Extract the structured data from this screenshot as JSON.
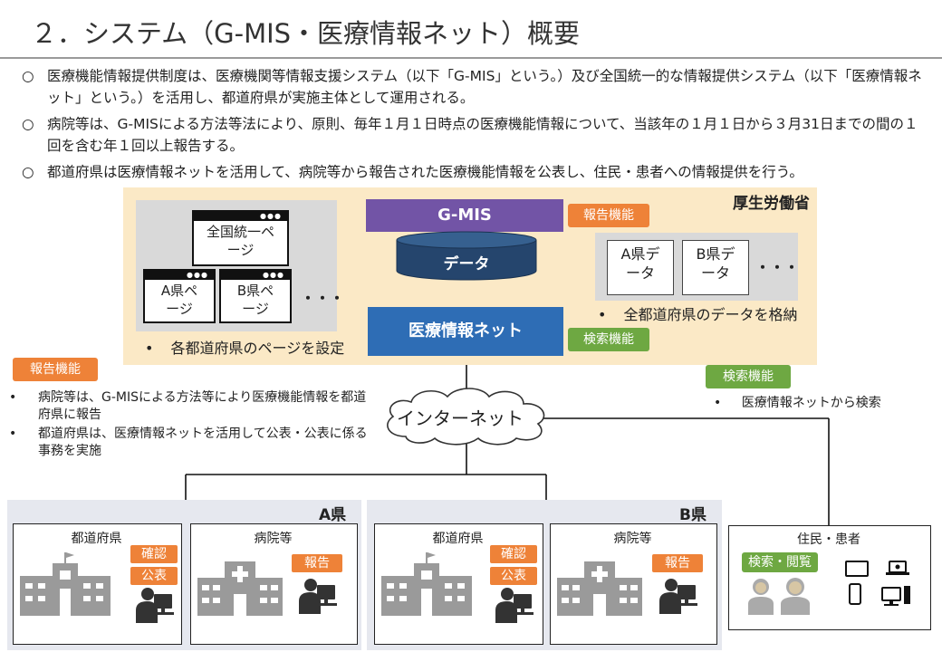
{
  "title": "２．システム（G-MIS・医療情報ネット）概要",
  "bullets": [
    {
      "marker": "○",
      "text": "医療機能情報提供制度は、医療機関等情報支援システム（以下「G-MIS」という。）及び全国統一的な情報提供システム（以下「医療情報ネット」という。）を活用し、都道府県が実施主体として運用される。"
    },
    {
      "marker": "○",
      "text": "病院等は、G-MISによる方法等法により、原則、毎年１月１日時点の医療機能情報について、当該年の１月１日から３月31日までの間の１回を含む年１回以上報告する。"
    },
    {
      "marker": "○",
      "text": "都道府県は医療情報ネットを活用して、病院等から報告された医療機能情報を公表し、住民・患者への情報提供を行う。"
    }
  ],
  "mhlw": {
    "label": "厚生労働省",
    "gmis": "G-MIS",
    "report_tag": "報告機能",
    "data": "データ",
    "net": "医療情報ネット",
    "search_tag": "検索機能",
    "national_page": "全国統一ページ",
    "a_page": "A県ページ",
    "b_page": "B県ページ",
    "ellipsis": "・・・",
    "dots": "●●●",
    "bullet": "•",
    "pages_caption": "各都道府県のページを設定",
    "a_data": "A県データ",
    "b_data": "B県データ",
    "data_caption": "全都道府県のデータを格納"
  },
  "left_note": {
    "tag": "報告機能",
    "items": [
      "病院等は、G-MISによる方法等により医療機能情報を都道府県に報告",
      "都道府県は、医療情報ネットを活用して公表・公表に係る事務を実施"
    ]
  },
  "right_note": {
    "tag": "検索機能",
    "items": [
      "医療情報ネットから検索"
    ]
  },
  "internet": "インターネット",
  "prefectures": [
    {
      "name": "A県",
      "gov": "都道府県",
      "confirm": "確認",
      "publish": "公表",
      "hospital": "病院等",
      "report": "報告"
    },
    {
      "name": "B県",
      "gov": "都道府県",
      "confirm": "確認",
      "publish": "公表",
      "hospital": "病院等",
      "report": "報告"
    }
  ],
  "residents": {
    "label": "住民・患者",
    "tag": "検索・閲覧"
  },
  "colors": {
    "gmis": "#7254a6",
    "net": "#2e6db5",
    "orange": "#ee8238",
    "green": "#6ea842",
    "mhlw_bg": "#fbe9c6"
  }
}
